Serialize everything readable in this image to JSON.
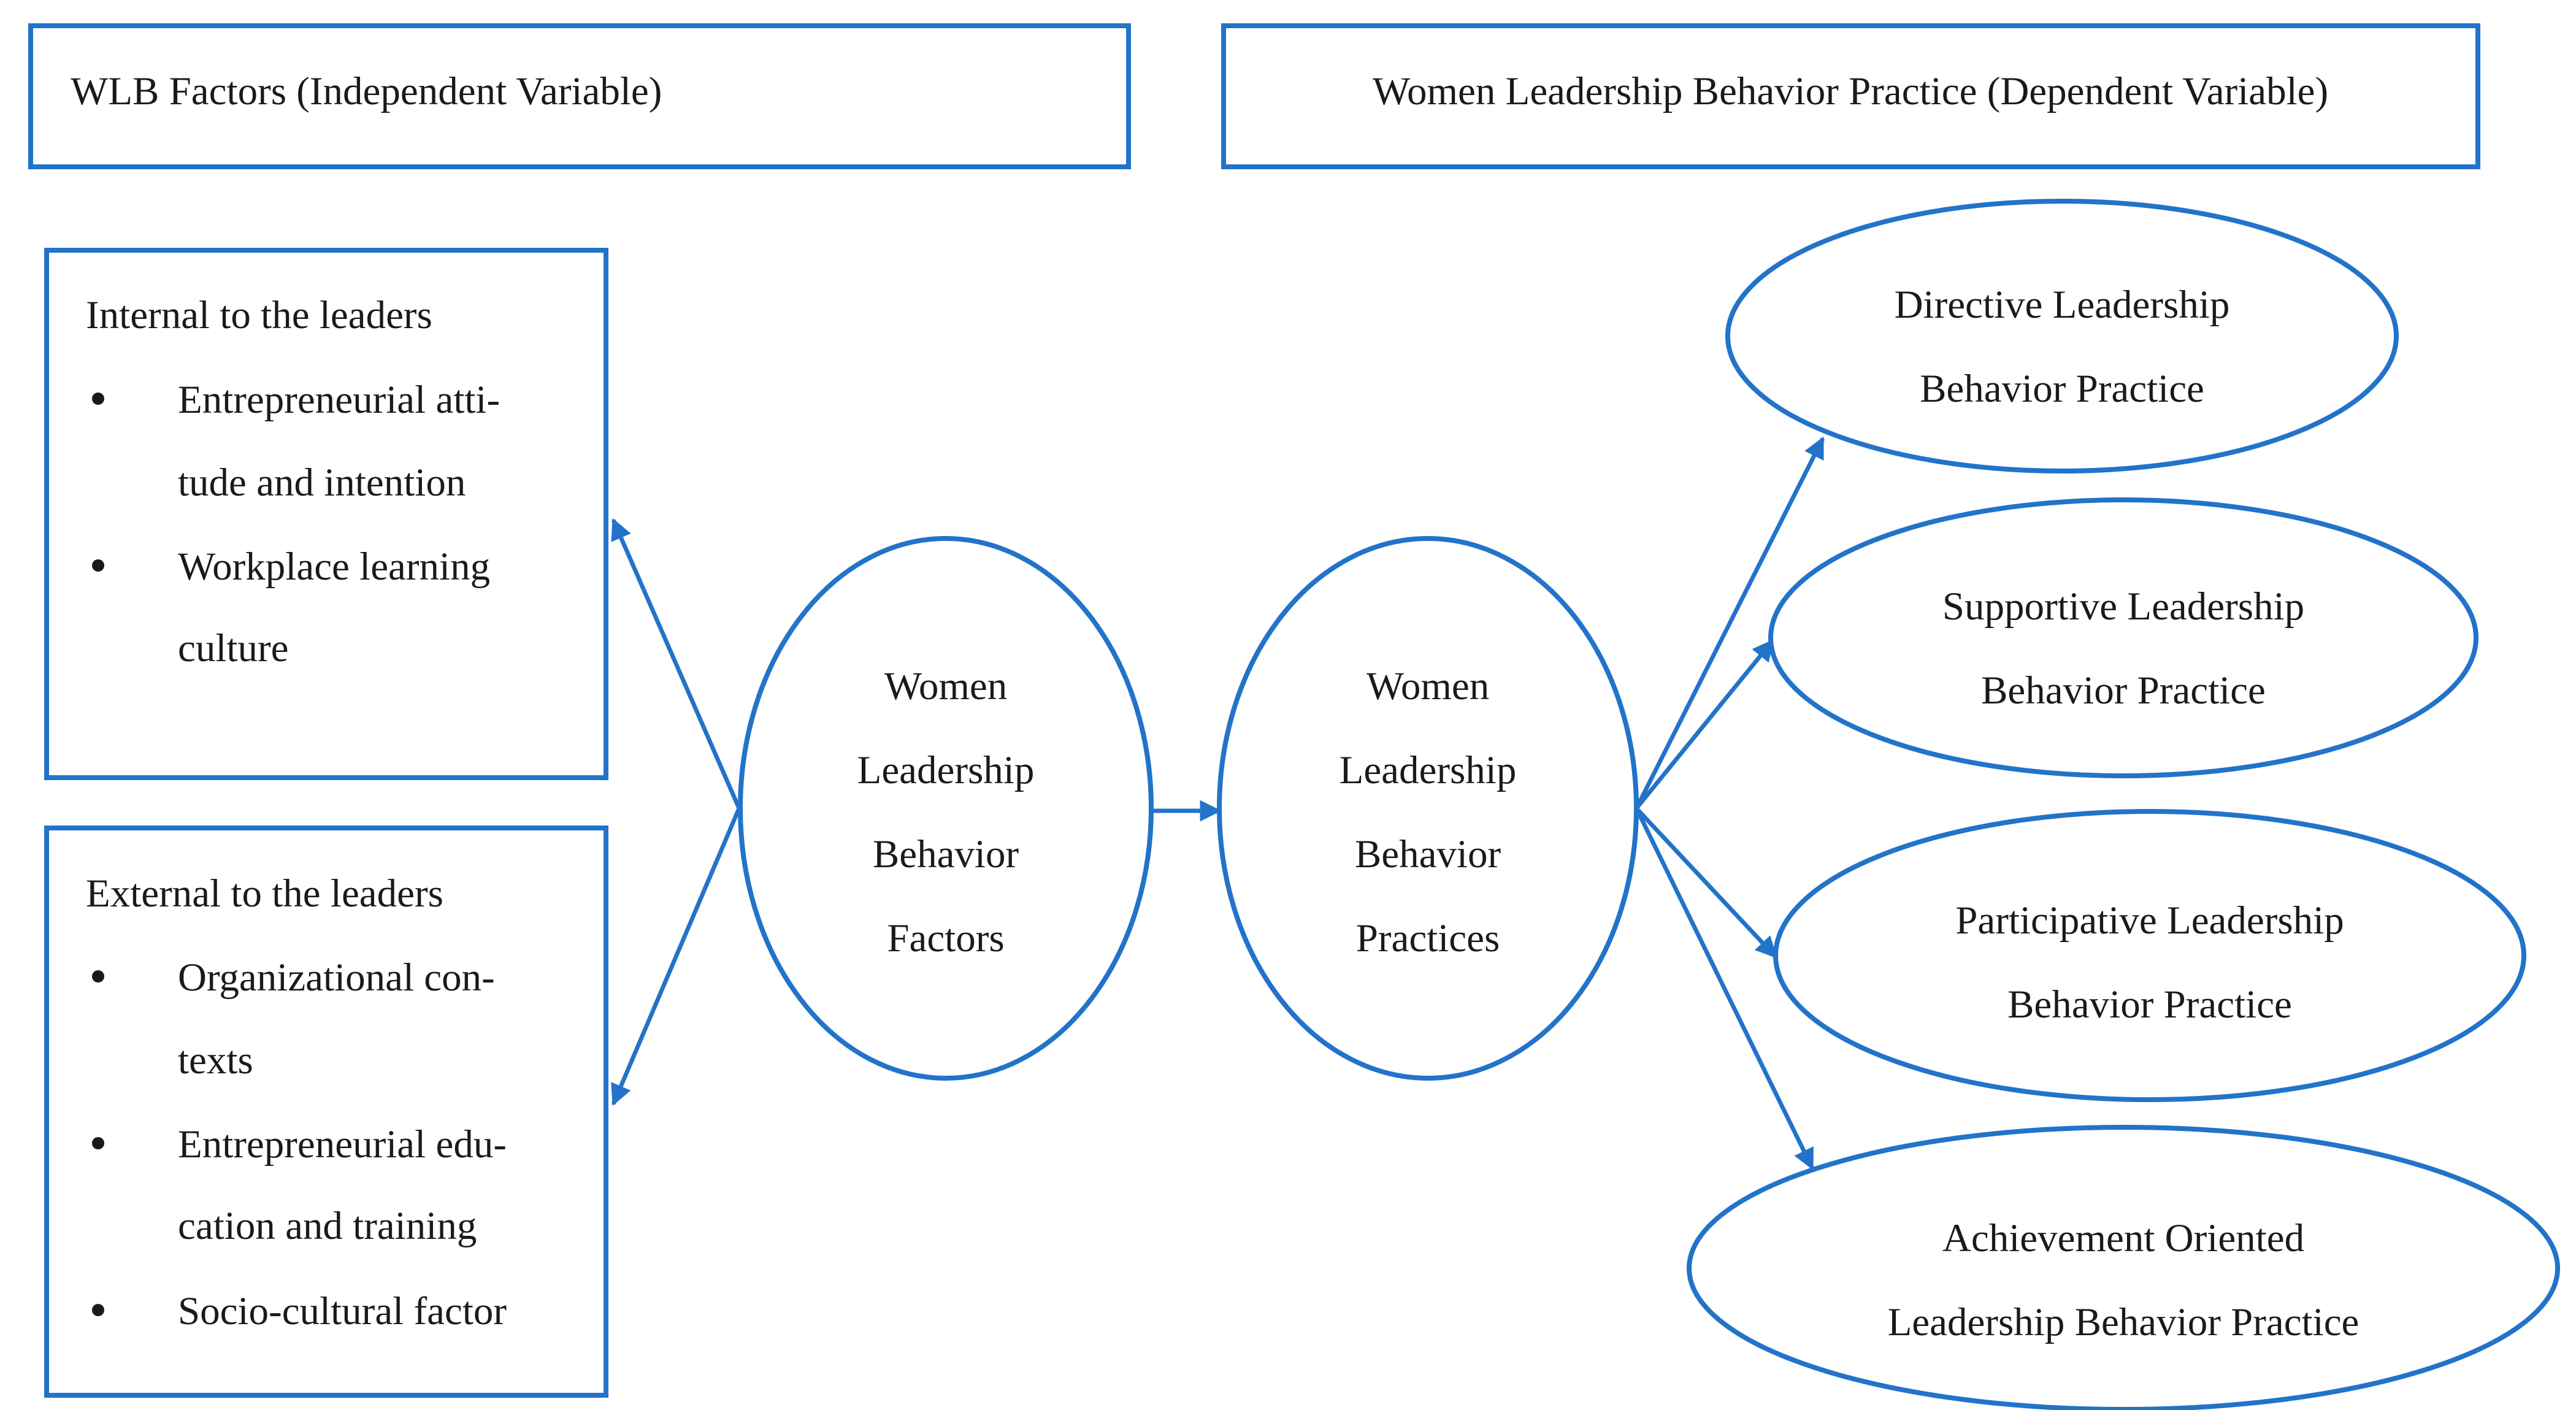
{
  "header_boxes": {
    "independent": "WLB Factors (Independent Variable)",
    "dependent": "Women Leadership Behavior Practice (Dependent Variable)"
  },
  "internal_box": {
    "title": "Internal to the leaders",
    "items": [
      [
        "Entrepreneurial atti-",
        "tude and intention"
      ],
      [
        "Workplace learning",
        "culture"
      ]
    ]
  },
  "external_box": {
    "title": "External to the leaders",
    "items": [
      [
        "Organizational con-",
        "texts"
      ],
      [
        "Entrepreneurial edu-",
        "cation and training"
      ],
      [
        "Socio-cultural factor"
      ]
    ]
  },
  "factors_ellipse": [
    "Women",
    "Leadership",
    "Behavior",
    "Factors"
  ],
  "practices_ellipse": [
    "Women",
    "Leadership",
    "Behavior",
    "Practices"
  ],
  "outcomes": [
    [
      "Directive Leadership",
      "Behavior Practice"
    ],
    [
      "Supportive Leadership",
      "Behavior Practice"
    ],
    [
      "Participative Leadership",
      "Behavior Practice"
    ],
    [
      "Achievement Oriented",
      "Leadership Behavior Practice"
    ]
  ],
  "colors": {
    "stroke": "#2273c9",
    "text": "#1a1a1a"
  }
}
